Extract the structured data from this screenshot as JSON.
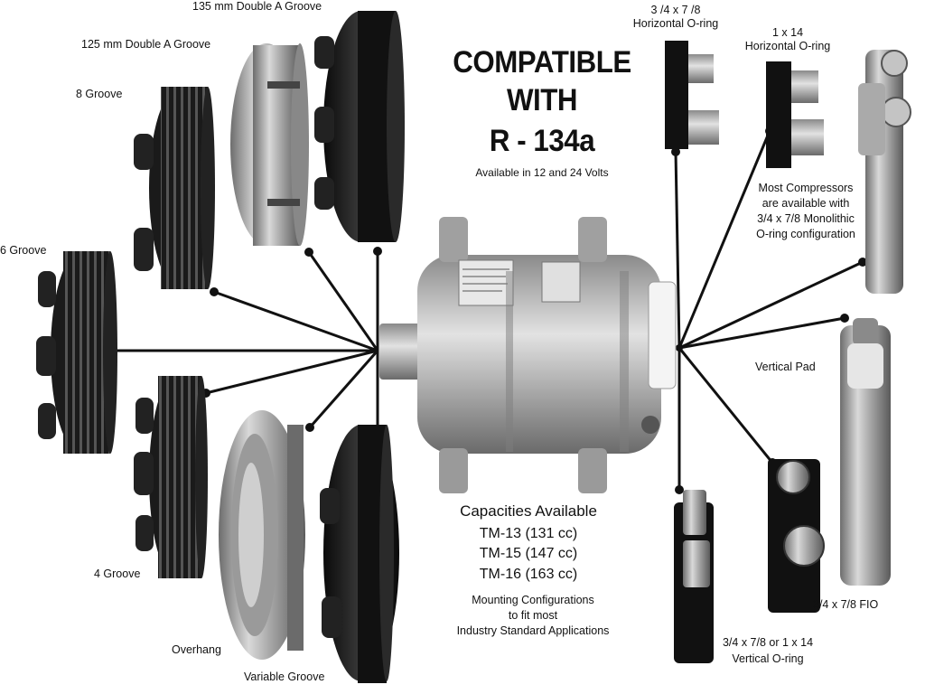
{
  "headline": {
    "line1": "COMPATIBLE",
    "line2": "WITH",
    "line3": "R - 134a",
    "voltage": "Available in 12 and 24 Volts"
  },
  "pulleys": {
    "groove135": "135 mm Double A  Groove",
    "groove125": "125 mm Double A  Groove",
    "groove8": "8 Groove",
    "groove6": "6 Groove",
    "groove4": "4 Groove",
    "overhang": "Overhang",
    "variable": "Variable Groove"
  },
  "fittings": {
    "h_oring_a_1": "3 /4 x 7 /8",
    "h_oring_a_2": "Horizontal O-ring",
    "h_oring_b_1": "1 x 14",
    "h_oring_b_2": "Horizontal O-ring",
    "note_1": "Most Compressors",
    "note_2": "are available with",
    "note_3": "3/4 x 7/8 Monolithic",
    "note_4": "O-ring configuration",
    "vertical_pad": "Vertical Pad",
    "fio": "3/4 x 7/8 FIO",
    "vertical_1": "3/4 x 7/8 or 1 x 14",
    "vertical_2": "Vertical O-ring"
  },
  "capacities": {
    "title": "Capacities Available",
    "items": [
      "TM-13 (131 cc)",
      "TM-15 (147 cc)",
      "TM-16 (163 cc)"
    ]
  },
  "mounting": {
    "line1": "Mounting Configurations",
    "line2": "to fit most",
    "line3": "Industry Standard Applications"
  }
}
